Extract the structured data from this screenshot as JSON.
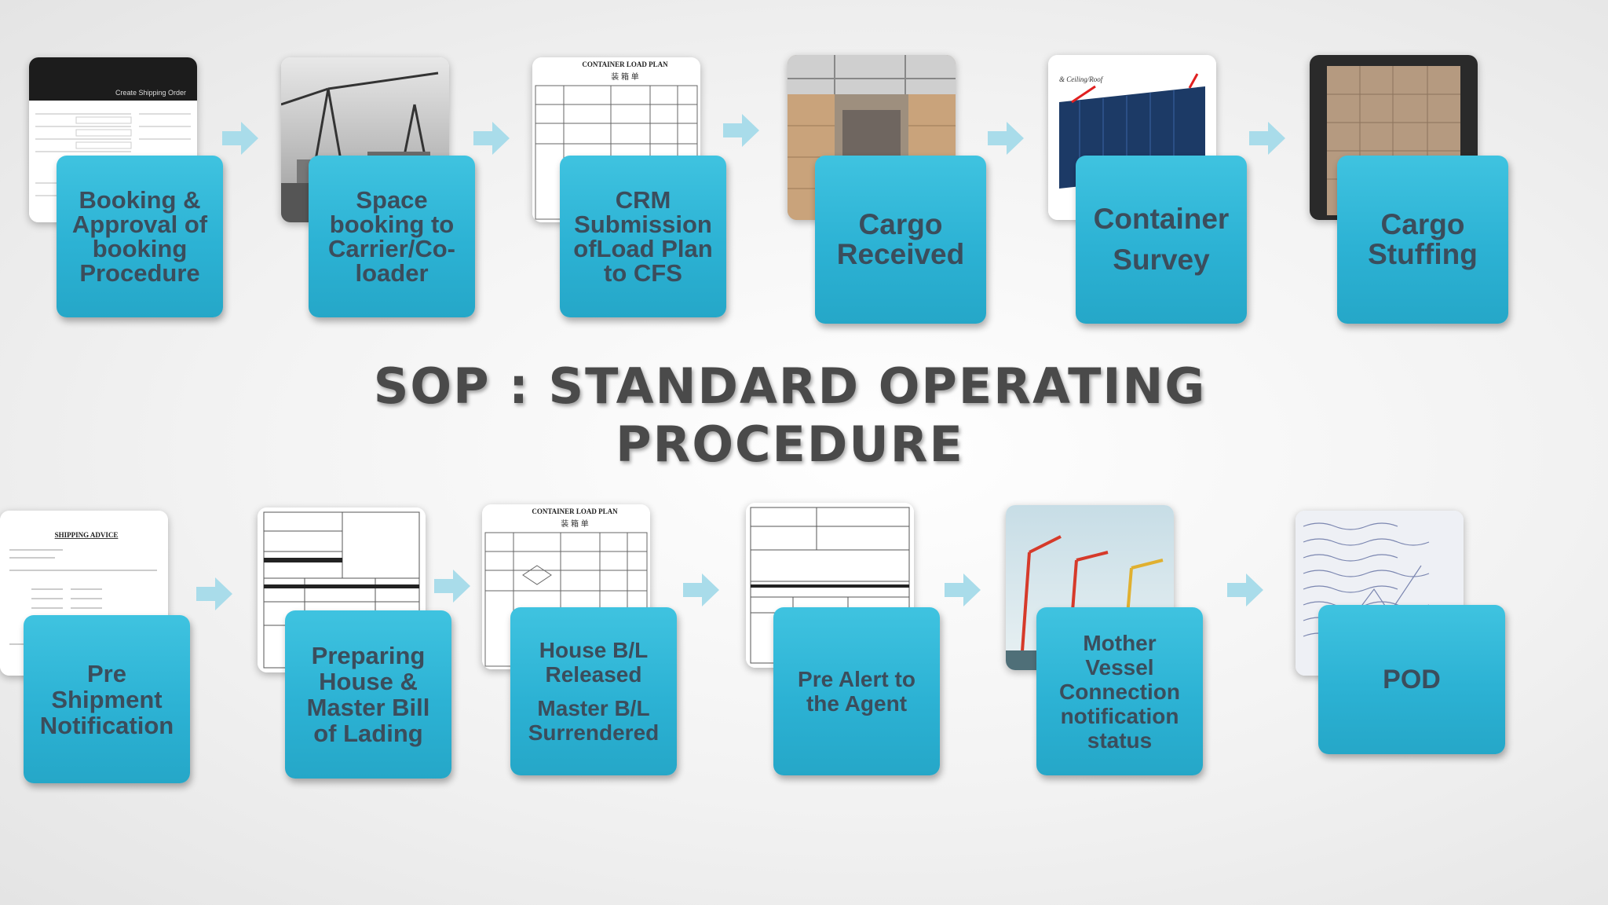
{
  "title": "SOP : STANDARD OPERATING\nPROCEDURE",
  "colors": {
    "box_fill": "#2fb6d8",
    "box_text": "#3b4d5c",
    "arrow": "#a9dcea",
    "title": "#4a4a4a"
  },
  "rows": [
    {
      "steps": [
        {
          "label": "Booking &\nApproval of\nbooking\nProcedure",
          "image": "shipping-order-form-screenshot",
          "image_caption": "Create Shipping Order"
        },
        {
          "label": "Space\nbooking to\nCarrier/Co-\nloader",
          "image": "port-crane-photo"
        },
        {
          "label": "CRM\nSubmission\nofLoad Plan\nto CFS",
          "image": "container-load-plan-document",
          "image_caption": "CONTAINER LOAD PLAN"
        },
        {
          "label": "Cargo\nReceived",
          "image": "warehouse-cargo-photo"
        },
        {
          "label": "Container\nSurvey",
          "image": "blue-container-photo",
          "image_caption": "& Ceiling/Roof"
        },
        {
          "label": "Cargo\nStuffing",
          "image": "stuffed-container-interior-photo"
        }
      ]
    },
    {
      "steps": [
        {
          "label": "Pre\nShipment\nNotification",
          "image": "shipping-advice-document",
          "image_caption": "SHIPPING ADVICE"
        },
        {
          "label": "Preparing\nHouse &\nMaster Bill\nof Lading",
          "image": "bill-of-lading-form"
        },
        {
          "label": "House B/L\nReleased",
          "note": "Master B/L\nSurrendered",
          "image": "container-load-plan-document",
          "image_caption": "CONTAINER LOAD PLAN"
        },
        {
          "label": "Pre Alert to\nthe Agent",
          "image": "pre-alert-document"
        },
        {
          "label": "Mother\nVessel\nConnection\nnotification\nstatus",
          "image": "vessel-port-cranes-photo"
        },
        {
          "label": "POD",
          "image": "handwritten-document-scan"
        }
      ]
    }
  ]
}
